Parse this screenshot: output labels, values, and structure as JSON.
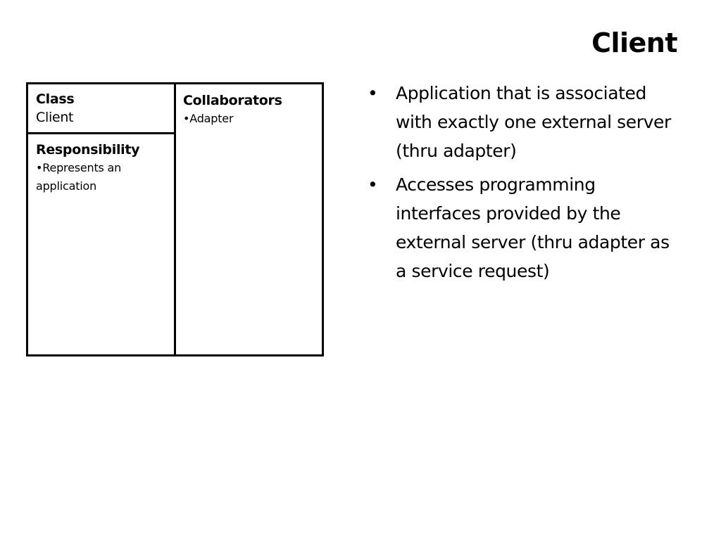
{
  "slide": {
    "title": "Client"
  },
  "crc_card": {
    "class_heading": "Class",
    "class_name": "Client",
    "responsibility_heading": "Responsibility",
    "responsibility_items": [
      "Represents an application"
    ],
    "collaborators_heading": "Collaborators",
    "collaborator_items": [
      "Adapter"
    ],
    "bullet_glyph": "•"
  },
  "bullets": [
    {
      "text": "Application that is associated with exactly one external server (thru adapter)"
    },
    {
      "text": "Accesses programming interfaces provided by the external server (thru adapter as a service request)"
    }
  ],
  "bullet_glyph": "•"
}
